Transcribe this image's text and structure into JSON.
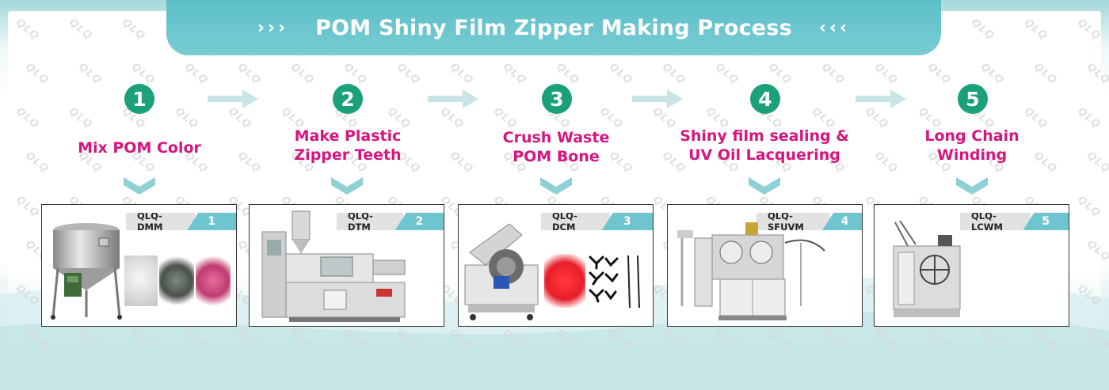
{
  "header": {
    "title": "POM Shiny Film Zipper Making Process",
    "left_chevrons": "›››",
    "right_chevrons": "‹‹‹"
  },
  "watermark_text": "QLQ",
  "colors": {
    "banner": "#6ec8d0",
    "step_circle": "#1aa17a",
    "label_pink": "#d6157f",
    "tag_teal": "#6fc5cf",
    "arrow": "#c5e3e6"
  },
  "steps": [
    {
      "number": "1",
      "label_lines": [
        "Mix POM Color"
      ],
      "model": "QLQ-DMM",
      "tag_number": "1"
    },
    {
      "number": "2",
      "label_lines": [
        "Make Plastic",
        "Zipper Teeth"
      ],
      "model": "QLQ-DTM",
      "tag_number": "2"
    },
    {
      "number": "3",
      "label_lines": [
        "Crush Waste",
        "POM Bone"
      ],
      "model": "QLQ-DCM",
      "tag_number": "3"
    },
    {
      "number": "4",
      "label_lines": [
        "Shiny film sealing &",
        "UV Oil Lacquering"
      ],
      "model": "QLQ-SFUVM",
      "tag_number": "4"
    },
    {
      "number": "5",
      "label_lines": [
        "Long Chain",
        "Winding"
      ],
      "model": "QLQ-LCWM",
      "tag_number": "5"
    }
  ]
}
